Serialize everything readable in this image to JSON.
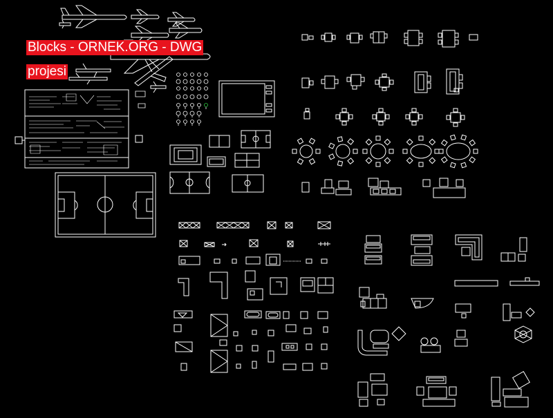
{
  "page": {
    "background": "#000000",
    "line_color": "#ffffff",
    "accent_color": "#e8141e",
    "highlight_color": "#2ecc40"
  },
  "title": {
    "line1": "Blocks - ORNEK.ORG - DWG",
    "line2": "projesi"
  },
  "groups": {
    "airplanes": "airplane-blocks",
    "documents": "document-sheet",
    "sports": "sports-fields",
    "landscape": "landscape-symbols",
    "tables": "dining-table-sets",
    "sofas": "sofa-sets",
    "fixtures": "kitchen-bath-fixtures",
    "doors": "door-window-blocks"
  }
}
